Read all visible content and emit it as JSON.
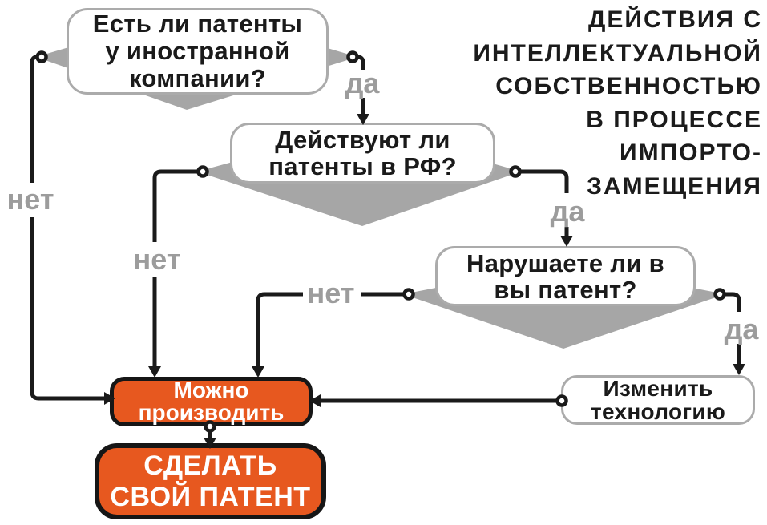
{
  "title": {
    "lines": [
      "ДЕЙСТВИЯ С",
      "ИНТЕЛЛЕКТУАЛЬНОЙ",
      "СОБСТВЕННОСТЬЮ",
      "В ПРОЦЕССЕ",
      "ИМПОРТО-",
      "ЗАМЕЩЕНИЯ"
    ]
  },
  "nodes": {
    "q1": {
      "type": "decision",
      "lines": [
        "Есть ли патенты",
        "у иностранной",
        "компании?"
      ]
    },
    "q2": {
      "type": "decision",
      "lines": [
        "Действуют ли",
        "патенты в РФ?"
      ]
    },
    "q3": {
      "type": "decision",
      "lines": [
        "Нарушаете ли в",
        "вы патент?"
      ]
    },
    "change_technology": {
      "type": "action",
      "lines": [
        "Изменить",
        "технологию"
      ]
    },
    "can_produce": {
      "type": "result",
      "lines": [
        "Можно",
        "производить"
      ]
    },
    "make_own_patent": {
      "type": "result",
      "lines": [
        "СДЕЛАТЬ",
        "СВОЙ ПАТЕНТ"
      ]
    }
  },
  "edges": [
    {
      "from": "q1",
      "to": "q2",
      "label": "да"
    },
    {
      "from": "q1",
      "to": "can_produce",
      "label": "нет"
    },
    {
      "from": "q2",
      "to": "q3",
      "label": "да"
    },
    {
      "from": "q2",
      "to": "can_produce",
      "label": "нет"
    },
    {
      "from": "q3",
      "to": "change_technology",
      "label": "да"
    },
    {
      "from": "q3",
      "to": "can_produce",
      "label": "нет"
    },
    {
      "from": "change_technology",
      "to": "can_produce",
      "label": ""
    },
    {
      "from": "can_produce",
      "to": "make_own_patent",
      "label": ""
    }
  ],
  "colors": {
    "orange": "#E7581F",
    "diamond_gray": "#A6A6A6",
    "label_gray": "#9C9C9C",
    "box_border_gray": "#ABABAB",
    "line_black": "#1A1A1A",
    "background": "#FFFFFF"
  }
}
